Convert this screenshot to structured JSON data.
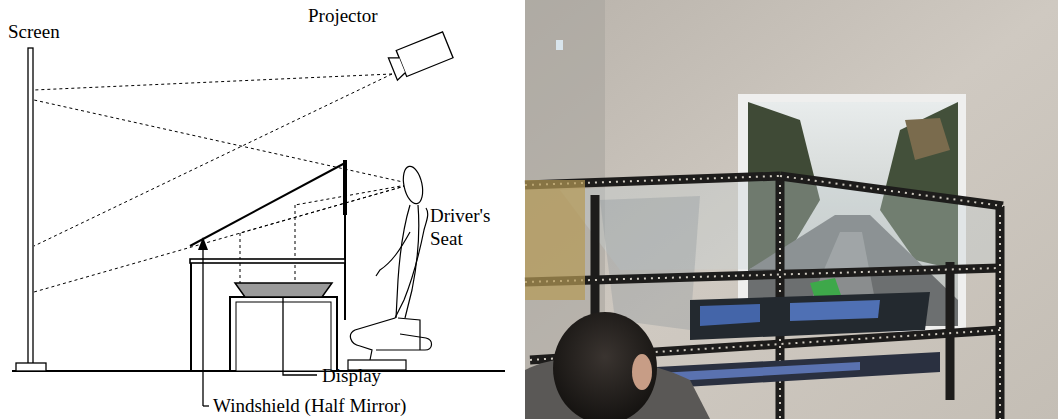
{
  "diagram": {
    "labels": [
      "Projector",
      "Screen",
      "Driver's Seat",
      "Display",
      "Windshield (Half Mirror)"
    ]
  }
}
